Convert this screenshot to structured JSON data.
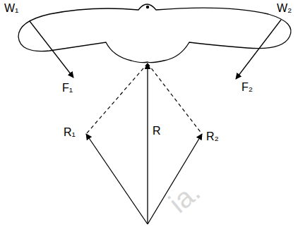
{
  "diagram": {
    "labels": [
      "W₁",
      "W₂",
      "F₁",
      "F₂",
      "R₁",
      "R",
      "R₂",
      "ia."
    ]
  }
}
